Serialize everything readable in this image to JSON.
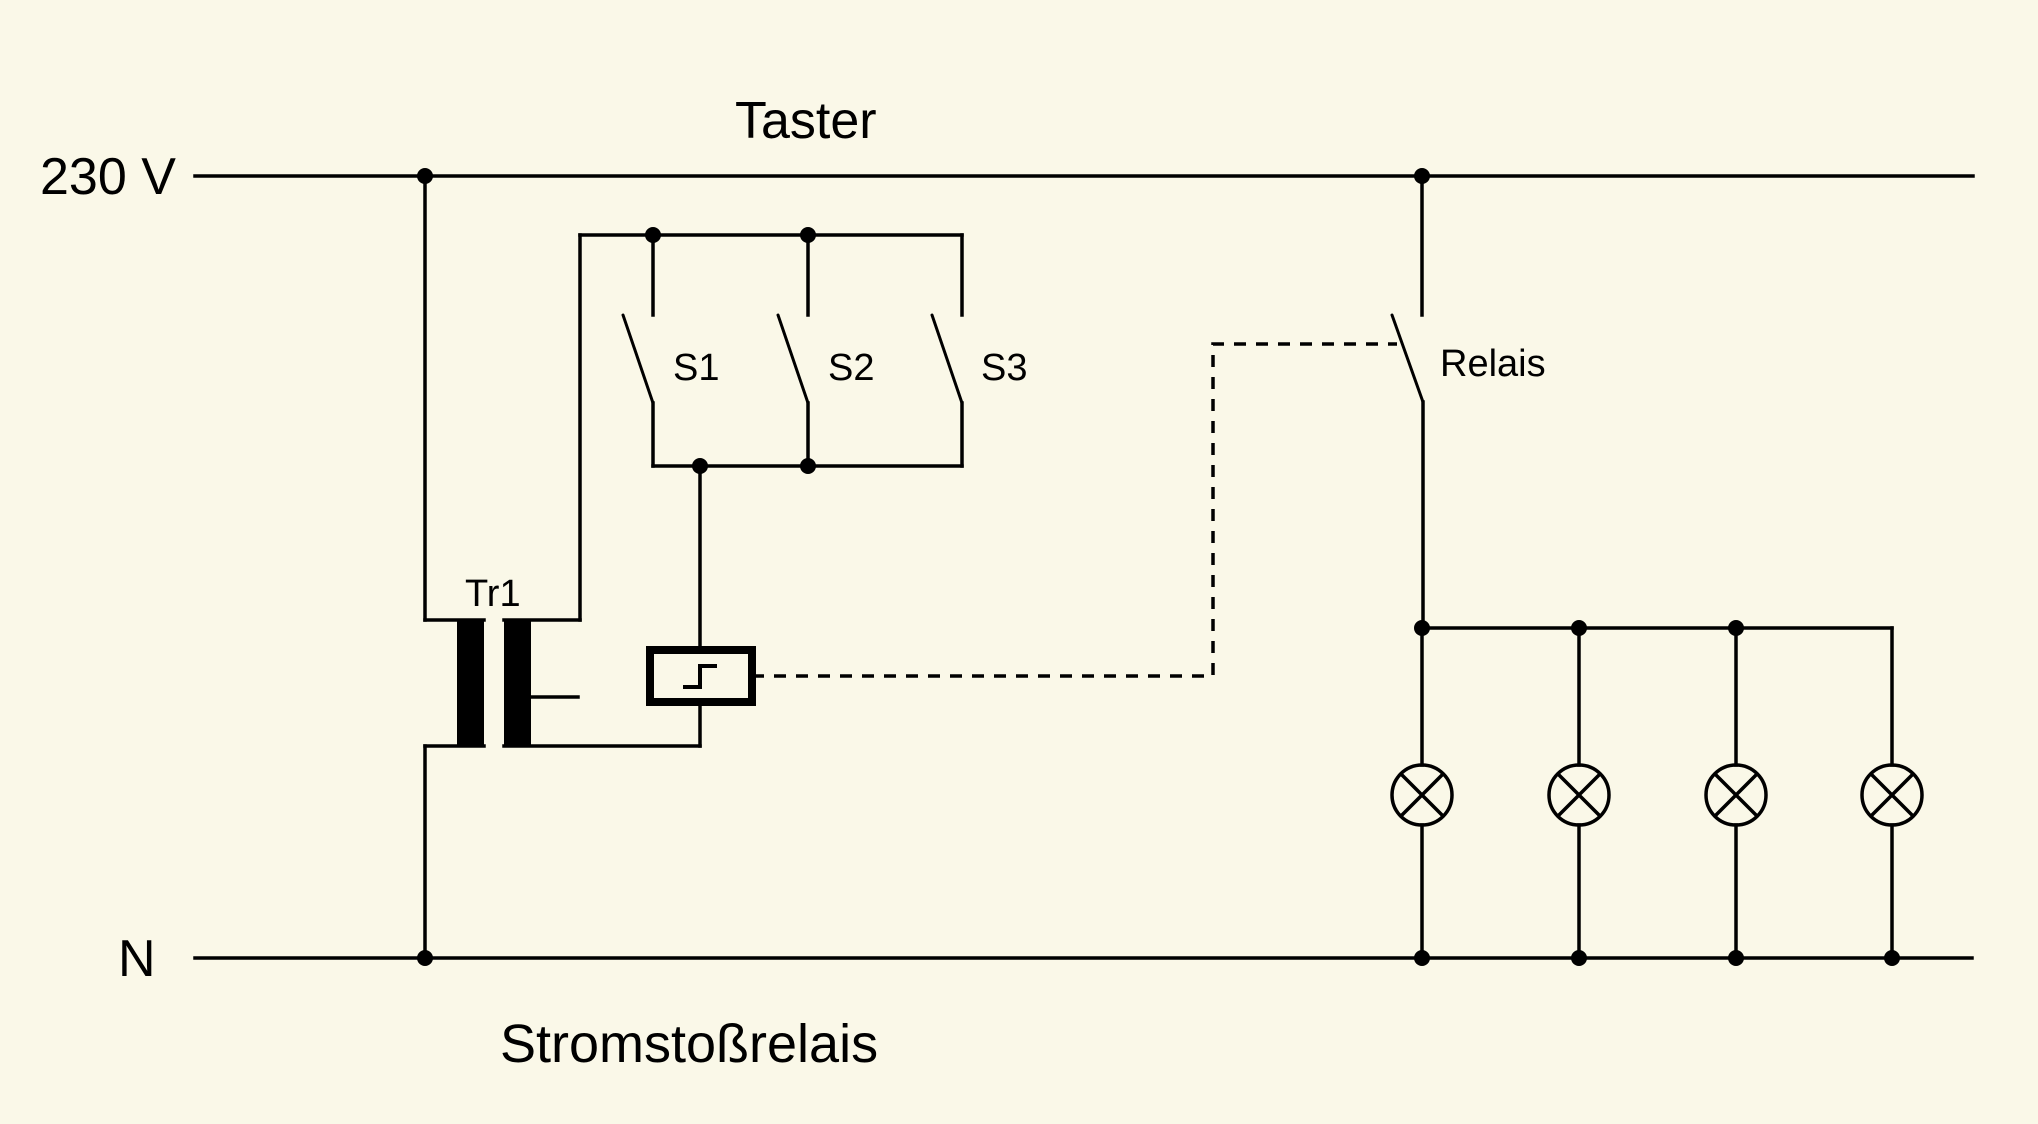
{
  "diagram": {
    "type": "circuit-schematic",
    "title": "Taster",
    "caption": "Stromstoßrelais",
    "power": {
      "live_label": "230 V",
      "neutral_label": "N"
    },
    "pushbuttons": [
      {
        "label": "S1"
      },
      {
        "label": "S2"
      },
      {
        "label": "S3"
      }
    ],
    "transformer": {
      "label": "Tr1"
    },
    "relay_coil": {
      "symbol": "impulse-step-icon"
    },
    "relay_contact": {
      "label": "Relais"
    },
    "lamps": {
      "count": 4
    },
    "colors": {
      "background": "#faf8e8",
      "line": "#000000"
    }
  }
}
